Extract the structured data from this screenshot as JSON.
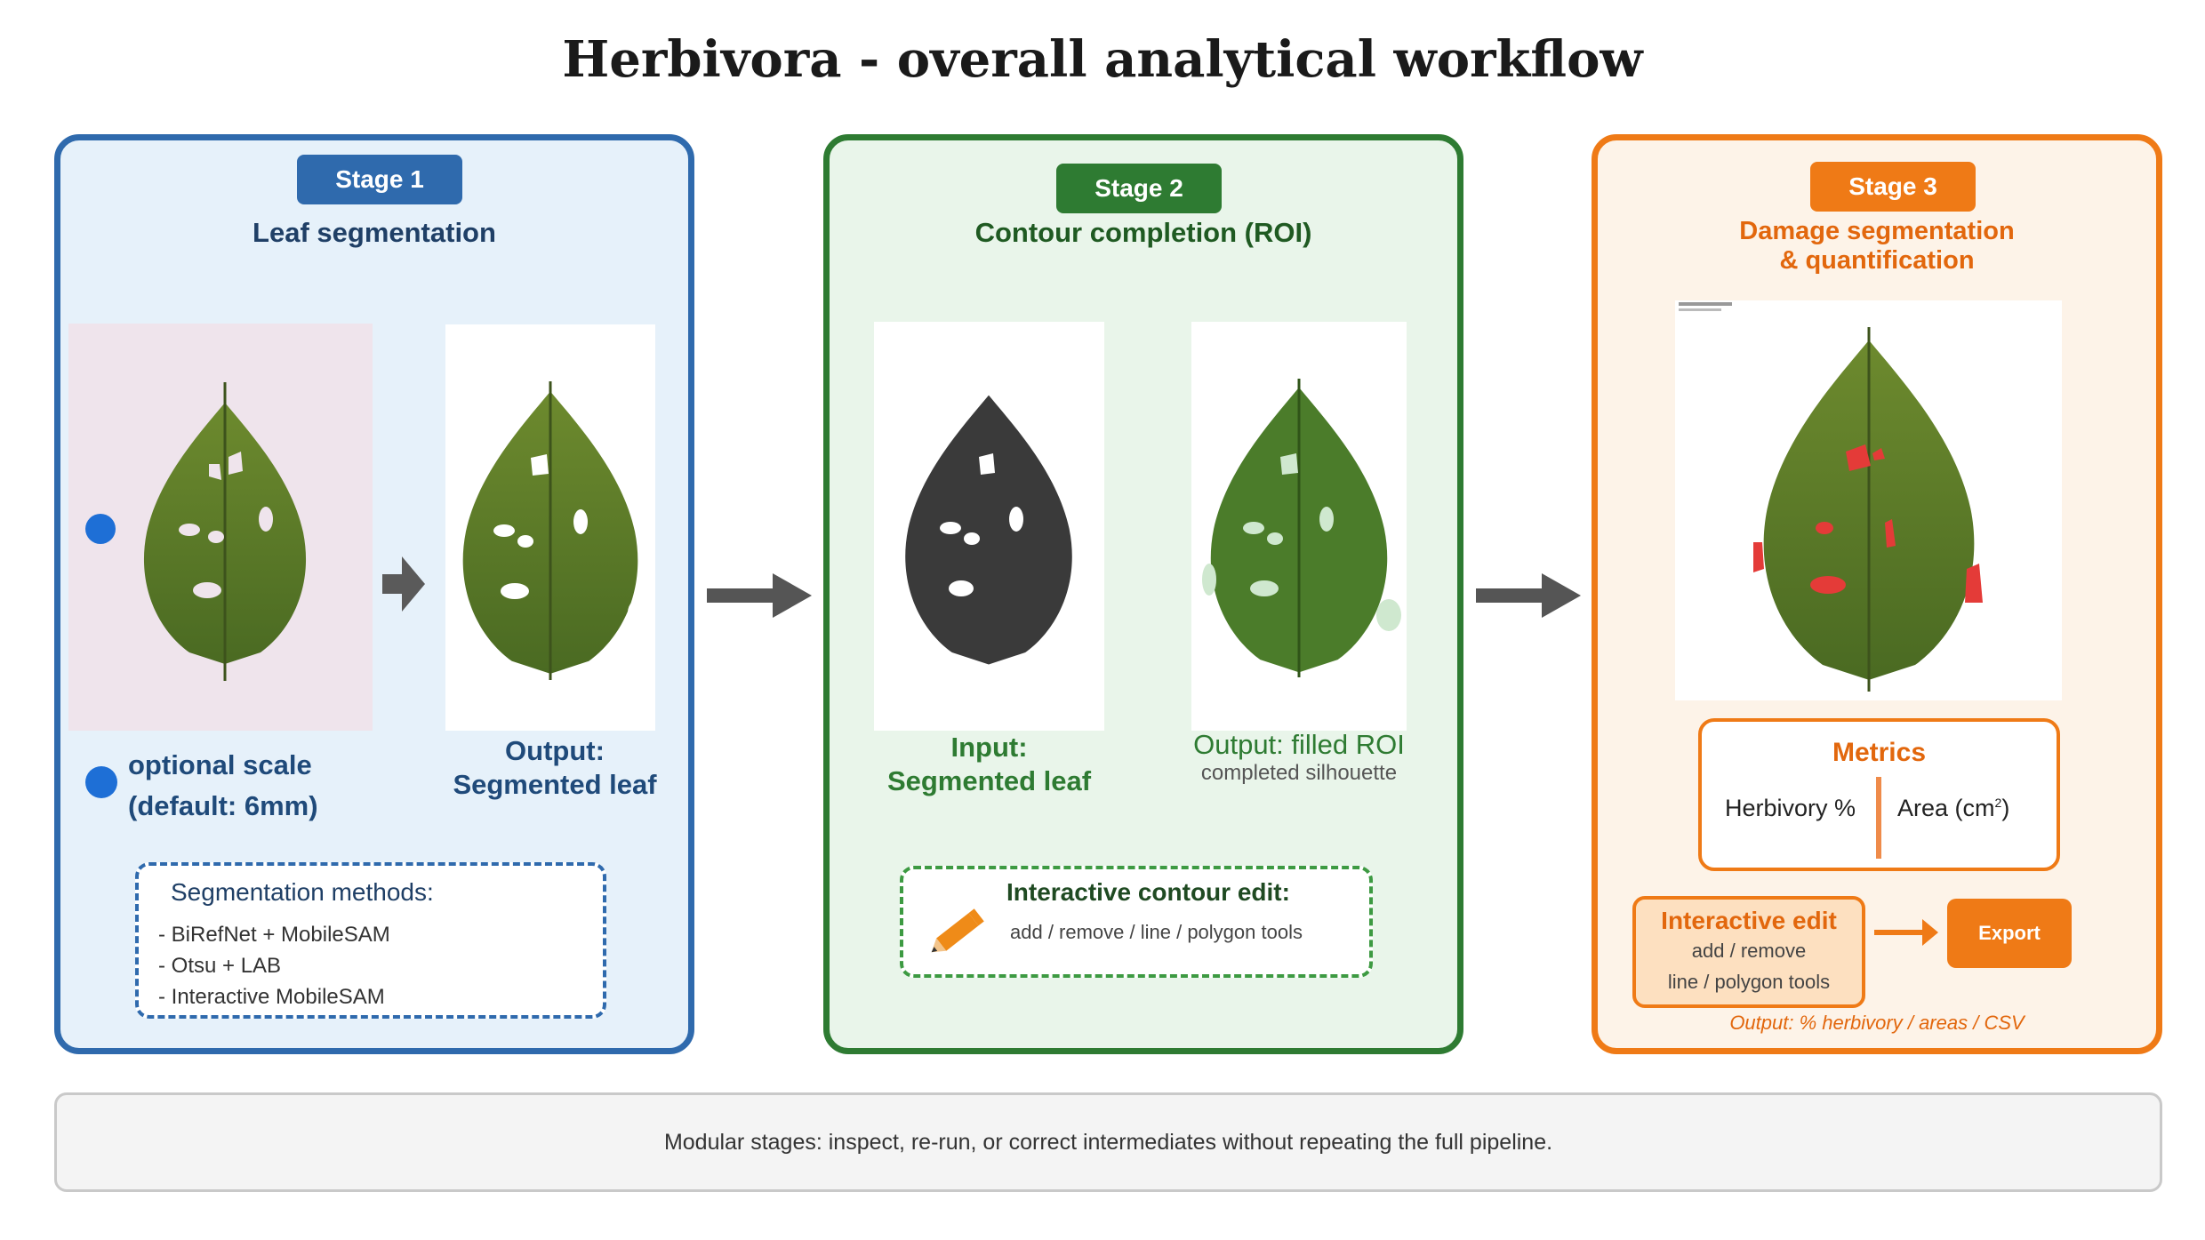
{
  "title": "Herbivora - overall analytical workflow",
  "colors": {
    "stage1": "#2f6aad",
    "stage2": "#2e7b32",
    "stage3": "#ef7a16",
    "damage": "#e43b38",
    "leaf": "#5b7a2a"
  },
  "stage1": {
    "badge": "Stage 1",
    "subtitle": "Leaf segmentation",
    "scale_label_1": "optional scale",
    "scale_label_2": "(default: 6mm)",
    "output_1": "Output:",
    "output_2": "Segmented leaf",
    "methods_title": "Segmentation methods:",
    "methods": [
      "- BiRefNet + MobileSAM",
      "- Otsu + LAB",
      "- Interactive MobileSAM"
    ]
  },
  "stage2": {
    "badge": "Stage 2",
    "subtitle": "Contour completion (ROI)",
    "input_1": "Input:",
    "input_2": "Segmented leaf",
    "output_1": "Output: filled ROI",
    "output_2": "completed silhouette",
    "edit_title": "Interactive contour edit:",
    "edit_tools": "add / remove / line / polygon tools"
  },
  "stage3": {
    "badge": "Stage 3",
    "subtitle_1": "Damage segmentation",
    "subtitle_2": "& quantification",
    "metrics_title": "Metrics",
    "metric_1": "Herbivory %",
    "metric_2": "Area (cm",
    "metric_2_sup": "2",
    "metric_2_end": ")",
    "edit_title": "Interactive edit",
    "edit_line1": "add / remove",
    "edit_line2": "line / polygon tools",
    "export": "Export",
    "output_note": "Output: % herbivory / areas / CSV"
  },
  "footer": "Modular stages: inspect, re-run, or correct intermediates without repeating the full pipeline."
}
